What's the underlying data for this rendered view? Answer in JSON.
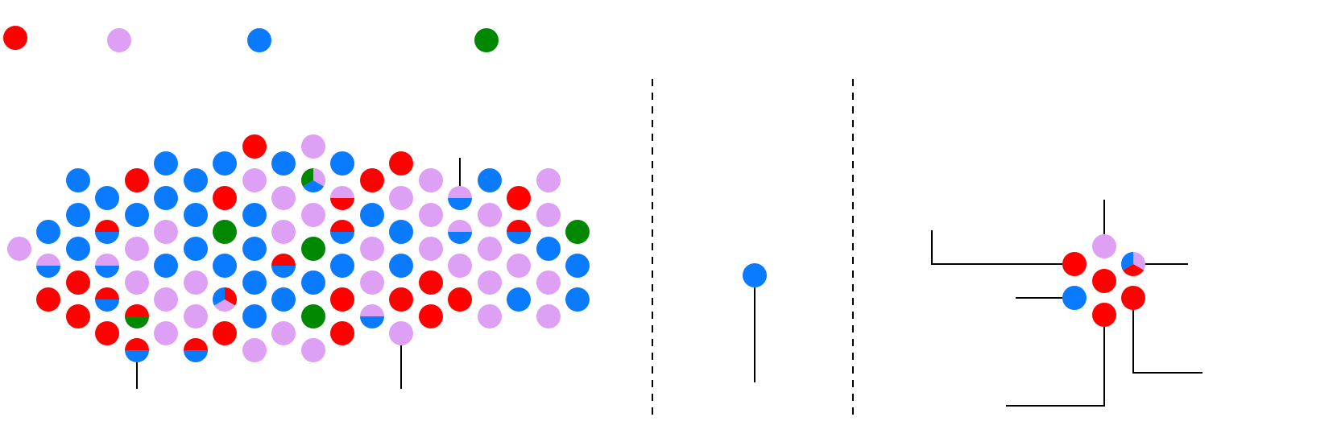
{
  "colors": {
    "red": "#ff0000",
    "lilac": "#dda0f5",
    "blue": "#0a7bff",
    "green": "#008800",
    "line": "#000000"
  },
  "legend": {
    "items": [
      {
        "color": "red"
      },
      {
        "color": "lilac"
      },
      {
        "color": "blue"
      },
      {
        "color": "green"
      }
    ]
  },
  "groups": [
    {
      "name": "left-cluster",
      "seats": [
        {
          "cells": [
            "lilac"
          ]
        },
        {
          "cells": [
            "blue"
          ]
        },
        {
          "cells": [
            "lilac",
            "blue"
          ]
        },
        {
          "cells": [
            "red"
          ]
        },
        {
          "cells": [
            "blue"
          ]
        },
        {
          "cells": [
            "blue"
          ]
        },
        {
          "cells": [
            "blue"
          ]
        },
        {
          "cells": [
            "red"
          ]
        },
        {
          "cells": [
            "red"
          ]
        },
        {
          "cells": [
            "blue"
          ]
        },
        {
          "cells": [
            "red",
            "blue"
          ]
        },
        {
          "cells": [
            "lilac",
            "blue"
          ]
        },
        {
          "cells": [
            "red",
            "blue"
          ]
        },
        {
          "cells": [
            "red"
          ]
        },
        {
          "cells": [
            "red"
          ]
        },
        {
          "cells": [
            "blue"
          ]
        },
        {
          "cells": [
            "lilac"
          ]
        },
        {
          "cells": [
            "lilac"
          ]
        },
        {
          "cells": [
            "red",
            "green"
          ]
        },
        {
          "cells": [
            "red",
            "blue"
          ]
        },
        {
          "cells": [
            "blue"
          ]
        },
        {
          "cells": [
            "blue"
          ]
        },
        {
          "cells": [
            "lilac"
          ]
        },
        {
          "cells": [
            "blue"
          ]
        },
        {
          "cells": [
            "lilac"
          ]
        },
        {
          "cells": [
            "lilac"
          ]
        },
        {
          "cells": [
            "blue"
          ]
        },
        {
          "cells": [
            "blue"
          ]
        },
        {
          "cells": [
            "blue"
          ]
        },
        {
          "cells": [
            "lilac"
          ]
        },
        {
          "cells": [
            "lilac"
          ]
        },
        {
          "cells": [
            "red",
            "blue"
          ]
        },
        {
          "cells": [
            "blue"
          ]
        },
        {
          "cells": [
            "red"
          ]
        },
        {
          "cells": [
            "green"
          ]
        },
        {
          "cells": [
            "blue"
          ]
        },
        {
          "cells": [
            "red",
            "lilac",
            "blue"
          ]
        },
        {
          "cells": [
            "red"
          ]
        },
        {
          "cells": [
            "red"
          ]
        },
        {
          "cells": [
            "lilac"
          ]
        },
        {
          "cells": [
            "blue"
          ]
        },
        {
          "cells": [
            "blue"
          ]
        },
        {
          "cells": [
            "blue"
          ]
        },
        {
          "cells": [
            "blue"
          ]
        },
        {
          "cells": [
            "lilac"
          ]
        },
        {
          "cells": [
            "blue"
          ]
        },
        {
          "cells": [
            "lilac"
          ]
        },
        {
          "cells": [
            "lilac"
          ]
        },
        {
          "cells": [
            "red",
            "blue"
          ]
        },
        {
          "cells": [
            "blue"
          ]
        },
        {
          "cells": [
            "lilac"
          ]
        },
        {
          "cells": [
            "lilac"
          ]
        },
        {
          "cells": [
            "lilac",
            "blue",
            "green"
          ]
        },
        {
          "cells": [
            "lilac"
          ]
        },
        {
          "cells": [
            "green"
          ]
        },
        {
          "cells": [
            "blue"
          ]
        },
        {
          "cells": [
            "green"
          ]
        },
        {
          "cells": [
            "lilac"
          ]
        },
        {
          "cells": [
            "blue"
          ]
        },
        {
          "cells": [
            "lilac",
            "red"
          ]
        },
        {
          "cells": [
            "red",
            "blue"
          ]
        },
        {
          "cells": [
            "blue"
          ]
        },
        {
          "cells": [
            "red"
          ]
        },
        {
          "cells": [
            "red"
          ]
        },
        {
          "cells": [
            "red"
          ]
        },
        {
          "cells": [
            "blue"
          ]
        },
        {
          "cells": [
            "lilac"
          ]
        },
        {
          "cells": [
            "lilac"
          ]
        },
        {
          "cells": [
            "lilac",
            "blue"
          ]
        },
        {
          "cells": [
            "red"
          ]
        },
        {
          "cells": [
            "lilac"
          ]
        },
        {
          "cells": [
            "blue"
          ]
        },
        {
          "cells": [
            "blue"
          ]
        },
        {
          "cells": [
            "red"
          ]
        },
        {
          "cells": [
            "lilac"
          ]
        },
        {
          "cells": [
            "lilac"
          ]
        },
        {
          "cells": [
            "lilac"
          ]
        },
        {
          "cells": [
            "lilac"
          ]
        },
        {
          "cells": [
            "red"
          ]
        },
        {
          "cells": [
            "red"
          ]
        },
        {
          "cells": [
            "lilac",
            "blue"
          ]
        },
        {
          "cells": [
            "lilac",
            "blue"
          ]
        },
        {
          "cells": [
            "lilac"
          ]
        },
        {
          "cells": [
            "red"
          ]
        },
        {
          "cells": [
            "blue"
          ]
        },
        {
          "cells": [
            "lilac"
          ]
        },
        {
          "cells": [
            "lilac"
          ]
        },
        {
          "cells": [
            "lilac"
          ]
        },
        {
          "cells": [
            "lilac"
          ]
        },
        {
          "cells": [
            "red"
          ]
        },
        {
          "cells": [
            "red",
            "blue"
          ]
        },
        {
          "cells": [
            "lilac"
          ]
        },
        {
          "cells": [
            "blue"
          ]
        },
        {
          "cells": [
            "lilac"
          ]
        },
        {
          "cells": [
            "lilac"
          ]
        },
        {
          "cells": [
            "blue"
          ]
        },
        {
          "cells": [
            "lilac"
          ]
        },
        {
          "cells": [
            "lilac"
          ]
        },
        {
          "cells": [
            "green"
          ]
        },
        {
          "cells": [
            "blue"
          ]
        },
        {
          "cells": [
            "blue"
          ]
        },
        {
          "cells": [
            "blue"
          ]
        }
      ]
    },
    {
      "name": "middle-single",
      "seats": [
        {
          "cells": [
            "blue"
          ]
        }
      ]
    },
    {
      "name": "right-cluster",
      "seats": [
        {
          "cells": [
            "red"
          ]
        },
        {
          "cells": [
            "blue"
          ]
        },
        {
          "cells": [
            "lilac"
          ]
        },
        {
          "cells": [
            "red"
          ]
        },
        {
          "cells": [
            "red"
          ]
        },
        {
          "cells": [
            "lilac",
            "red",
            "blue"
          ]
        },
        {
          "cells": [
            "red"
          ]
        }
      ]
    }
  ]
}
